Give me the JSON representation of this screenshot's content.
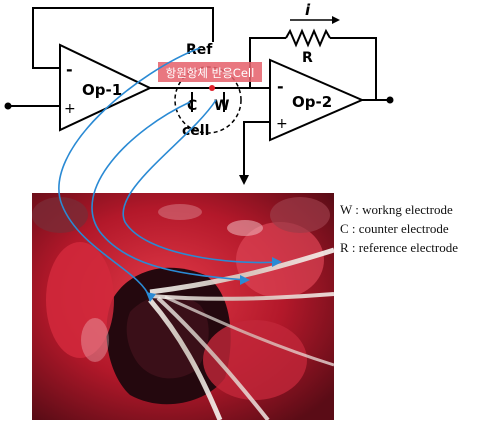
{
  "circuit": {
    "op1_label": "Op-1",
    "op2_label": "Op-2",
    "minus_sign": "-",
    "plus_sign": "+",
    "ref_label": "Ref",
    "cell_label": "cell",
    "c_label": "C",
    "w_label": "W",
    "resistor_label": "R",
    "current_label": "i",
    "overlay_text": "항원항체 반응Cell"
  },
  "legend": {
    "items": [
      "W : workng electrode",
      "C : counter electrode",
      "R : reference electrode"
    ]
  },
  "colors": {
    "wire": "#000000",
    "blue_leads": "#2a8ad4",
    "overlay_bg": "#e6646e",
    "overlay_text": "#ffffff",
    "electrode_dot": "#e0202a",
    "tissue_red": "#c81e2e",
    "tissue_dark": "#2a0a10"
  }
}
